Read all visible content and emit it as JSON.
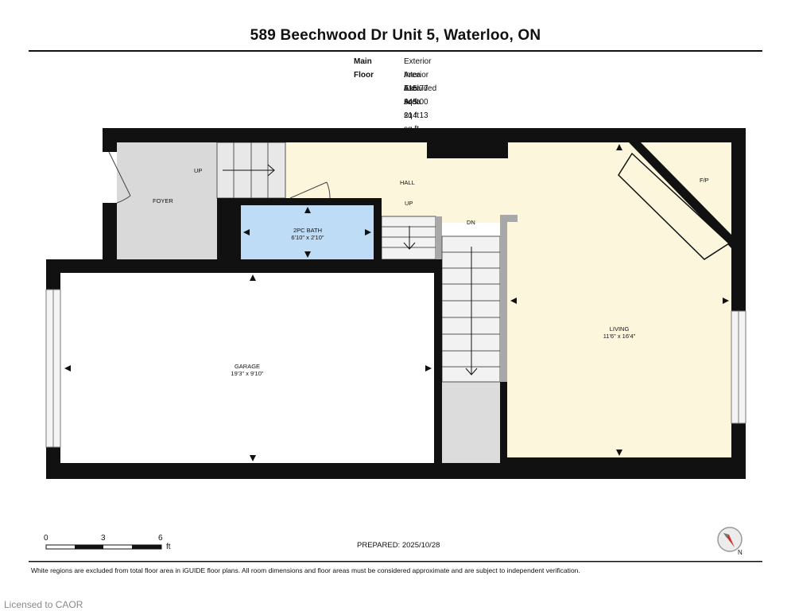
{
  "header": {
    "title": "589 Beechwood Dr Unit 5, Waterloo, ON"
  },
  "floor_summary": {
    "floor_label": "Main Floor",
    "exterior_area": "Exterior Area 415.77 sq ft",
    "interior_area": "Interior Area 345.00 sq ft",
    "excluded_area": "Excluded Area 214.13 sq ft"
  },
  "rooms": {
    "foyer": {
      "name": "FOYER"
    },
    "hall": {
      "name": "HALL"
    },
    "bath": {
      "name": "2PC BATH",
      "dims": "6'10\" x 2'10\""
    },
    "garage": {
      "name": "GARAGE",
      "dims": "19'3\" x 9'10\""
    },
    "living": {
      "name": "LIVING",
      "dims": "11'6\" x 16'4\""
    },
    "fireplace": {
      "name": "F/P"
    }
  },
  "stair_labels": {
    "foyer_up": "UP",
    "hall_up": "UP",
    "hall_dn": "DN"
  },
  "scale_bar": {
    "tick_0": "0",
    "tick_3": "3",
    "tick_6": "6",
    "unit": "ft"
  },
  "compass": {
    "north_label": "N"
  },
  "prepared": "PREPARED: 2025/10/28",
  "footer_note": "White regions are excluded from total floor area in iGUIDE floor plans. All room dimensions and floor areas must be considered approximate and are subject to independent verification.",
  "watermark": "Licensed to CAOR",
  "colors": {
    "wall": "#111111",
    "excluded_fill": "#d8d8d8",
    "living_fill": "#fbf6dc",
    "bath_fill": "#bfdcf6",
    "stair_fill": "#e4e4e4"
  }
}
